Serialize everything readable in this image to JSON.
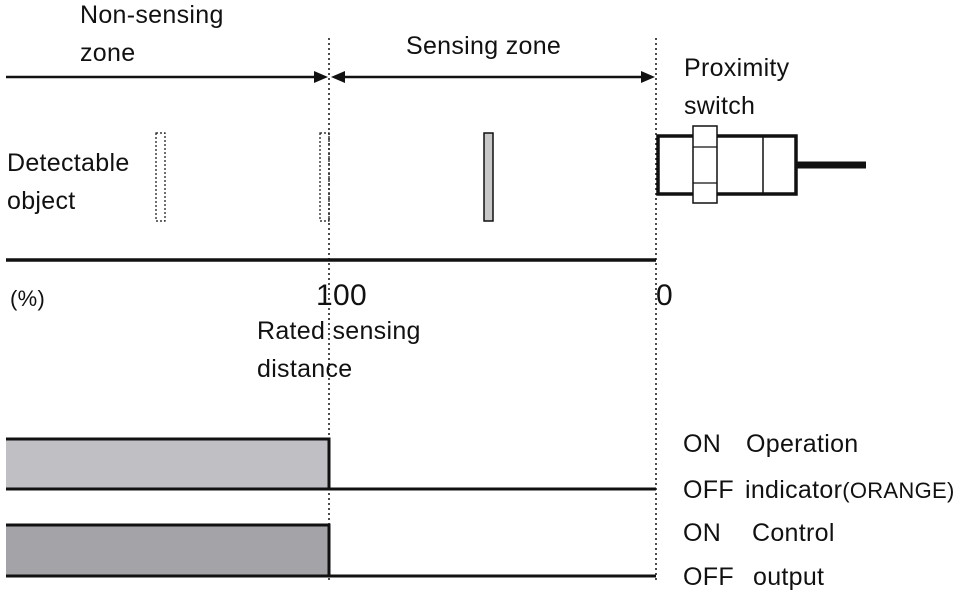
{
  "zones": {
    "non_sensing": "Non-sensing\nzone",
    "sensing": "Sensing zone"
  },
  "switch_label": "Proximity\nswitch",
  "object_label": "Detectable\nobject",
  "scale": {
    "unit": "(%)",
    "rated_value": "100",
    "zero_value": "0",
    "rated_label": "Rated sensing\ndistance"
  },
  "indicator": {
    "on": "ON",
    "off": "OFF",
    "title_line1": "Operation",
    "title_line2": "indicator(ORANGE)",
    "color": "#c0c0c4"
  },
  "output": {
    "on": "ON",
    "off": "OFF",
    "title_line1": "Control",
    "title_line2": "output",
    "color": "#a4a4a8"
  }
}
